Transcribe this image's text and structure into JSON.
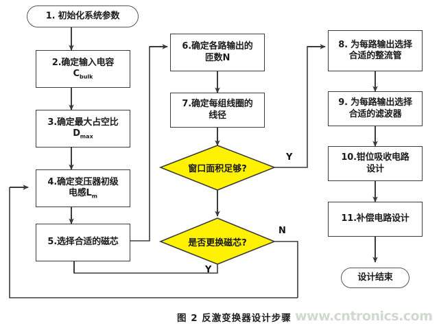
{
  "figure": {
    "caption": "图 2 反激变换器设计步骤",
    "watermark": "www.cntronics.com",
    "title_cn": "反激变换器设计步骤"
  },
  "colors": {
    "decision_fill": "#FFF200",
    "decision_stroke": "#3a3a3a",
    "box_stroke": "#3a3a3a",
    "box_fill": "#ffffff",
    "line": "#3a3a3a",
    "text": "#1a1a1a",
    "watermark": "#cfd9cd"
  },
  "nodes": {
    "start": {
      "id": "start",
      "shape": "terminator",
      "label": "1. 初始化系统参数"
    },
    "step2": {
      "id": "step2",
      "shape": "process",
      "line1": "2.确定输入电容",
      "line2_base": "C",
      "line2_sub": "bulk"
    },
    "step3": {
      "id": "step3",
      "shape": "process",
      "line1": "3.确定最大占空比",
      "line2_base": "D",
      "line2_sub": "max"
    },
    "step4": {
      "id": "step4",
      "shape": "process",
      "line1": "4.确定变压器初级",
      "line2_base": "电感L",
      "line2_sub": "m"
    },
    "step5": {
      "id": "step5",
      "shape": "process",
      "label": "5.选择合适的磁芯"
    },
    "step6": {
      "id": "step6",
      "shape": "process",
      "line1": "6.确定各路输出的",
      "line2": "匝数N"
    },
    "step7": {
      "id": "step7",
      "shape": "process",
      "line1": "7.确定每组线圈的",
      "line2": "线径"
    },
    "decision1": {
      "id": "decision1",
      "shape": "decision",
      "label": "窗口面积足够?",
      "yes_label": "Y"
    },
    "decision2": {
      "id": "decision2",
      "shape": "decision",
      "label": "是否更换磁芯?",
      "yes_label": "Y",
      "no_label": "N"
    },
    "step8": {
      "id": "step8",
      "shape": "process",
      "line1": "8. 为每路输出选择",
      "line2": "合适的整流管"
    },
    "step9": {
      "id": "step9",
      "shape": "process",
      "line1": "9. 为每路输出选择",
      "line2": "合适的滤波器"
    },
    "step10": {
      "id": "step10",
      "shape": "process",
      "line1": "10.钳位吸收电路",
      "line2": "设计"
    },
    "step11": {
      "id": "step11",
      "shape": "process",
      "label": "11.补偿电路设计"
    },
    "end": {
      "id": "end",
      "shape": "terminator",
      "label": "设计结束"
    }
  },
  "edges": [
    {
      "from": "start",
      "to": "step2",
      "label": ""
    },
    {
      "from": "step2",
      "to": "step3",
      "label": ""
    },
    {
      "from": "step3",
      "to": "step4",
      "label": ""
    },
    {
      "from": "step4",
      "to": "step5",
      "label": ""
    },
    {
      "from": "step5",
      "to": "step6",
      "label": ""
    },
    {
      "from": "step6",
      "to": "step7",
      "label": ""
    },
    {
      "from": "step7",
      "to": "decision1",
      "label": ""
    },
    {
      "from": "decision1",
      "to": "step8",
      "label": "Y"
    },
    {
      "from": "decision1",
      "to": "decision2",
      "label": ""
    },
    {
      "from": "decision2",
      "to": "step5",
      "label": "Y"
    },
    {
      "from": "decision2",
      "to": "step4",
      "label": "N"
    },
    {
      "from": "step8",
      "to": "step9",
      "label": ""
    },
    {
      "from": "step9",
      "to": "step10",
      "label": ""
    },
    {
      "from": "step10",
      "to": "step11",
      "label": ""
    },
    {
      "from": "step11",
      "to": "end",
      "label": ""
    }
  ]
}
